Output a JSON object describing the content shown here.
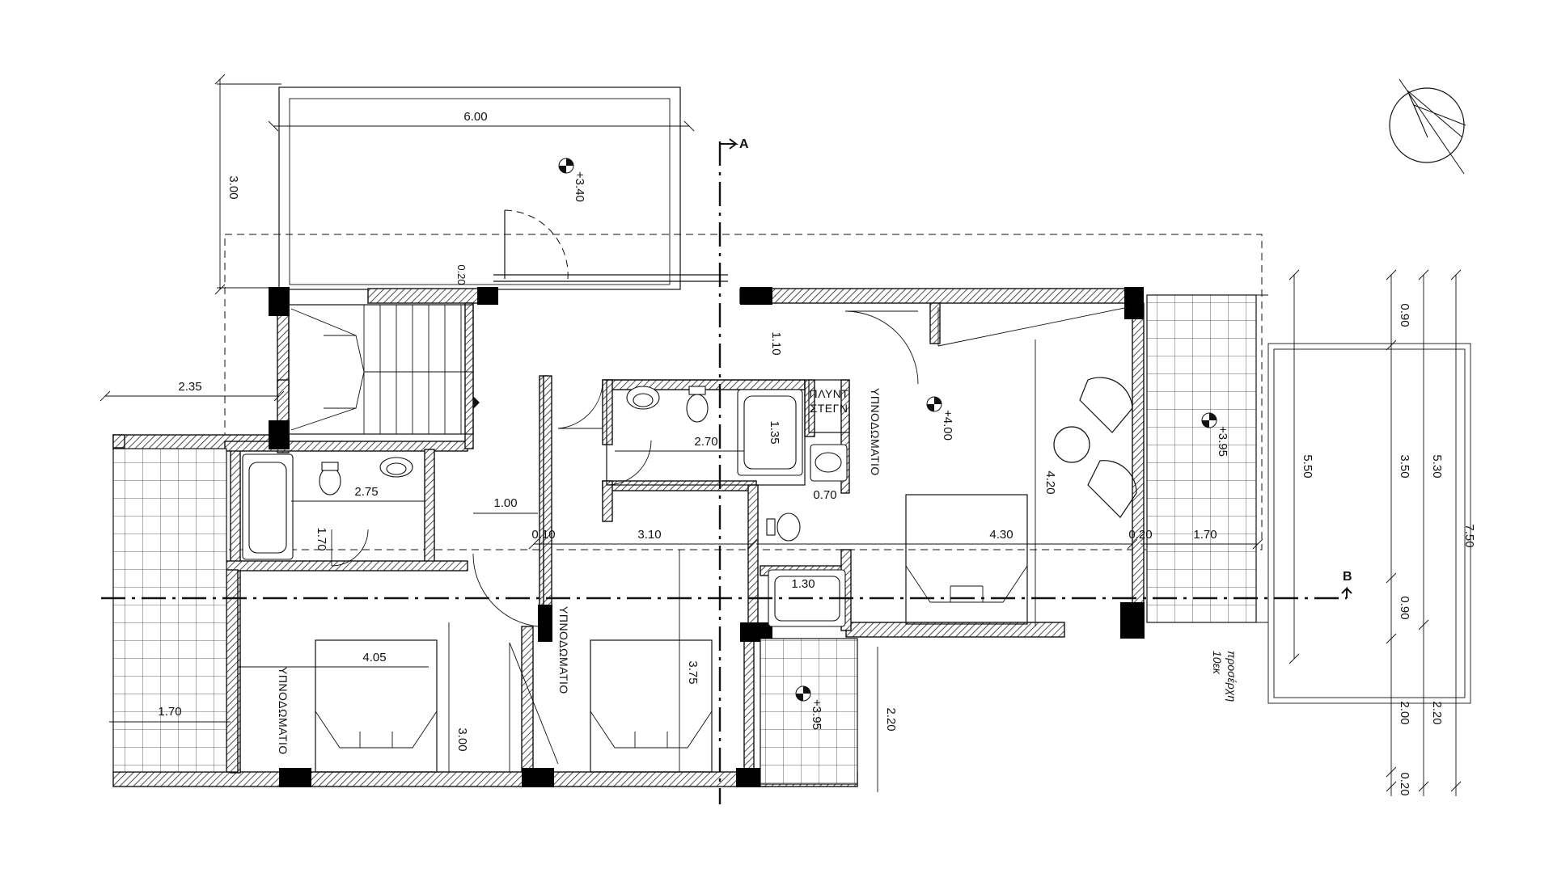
{
  "drawing": {
    "section_markers": {
      "a": "A",
      "b": "B"
    },
    "levels": [
      "+3.40",
      "+4.00",
      "+3.95",
      "+3.95"
    ],
    "rooms": [
      "ΥΠΝΟΔΩΜΑΤΙΟ",
      "ΥΠΝΟΔΩΜΑΤΙΟ",
      "ΥΠΝΟΔΩΜΑΤΙΟ"
    ],
    "laundry_label": [
      "ΠΛΥΝΤ",
      "ΣΤΕΓΝ"
    ],
    "addition_note": [
      "προσέρχη",
      "10εκ"
    ],
    "dimensions": {
      "terrace_width": "6.00",
      "terrace_depth": "3.00",
      "wall_gap": "0.20",
      "left_offset": "2.35",
      "left_balcony": "1.70",
      "bath_width": "2.75",
      "bath_depth": "1.70",
      "hall_width": "1.00",
      "corridor_a": "0.10",
      "corridor_length": "3.10",
      "bath2_width": "2.70",
      "bath2_depth": "1.35",
      "top_gap": "1.10",
      "closet": "0.70",
      "closet2": "1.30",
      "master_width": "4.30",
      "master_depth": "4.20",
      "master_gap": "0.20",
      "right_balcony": "1.70",
      "bed1_width": "4.05",
      "bed1_depth": "3.00",
      "bed2_depth": "3.75",
      "lower_balcony": "2.20",
      "right_total": "5.50",
      "r1_top": "0.90",
      "r1_mid": "3.50",
      "r1_low": "0.90",
      "r1_bot": "2.00",
      "r1_end": "0.20",
      "r2_top": "5.30",
      "r2_bot": "2.20",
      "r3_total": "7.50"
    }
  }
}
